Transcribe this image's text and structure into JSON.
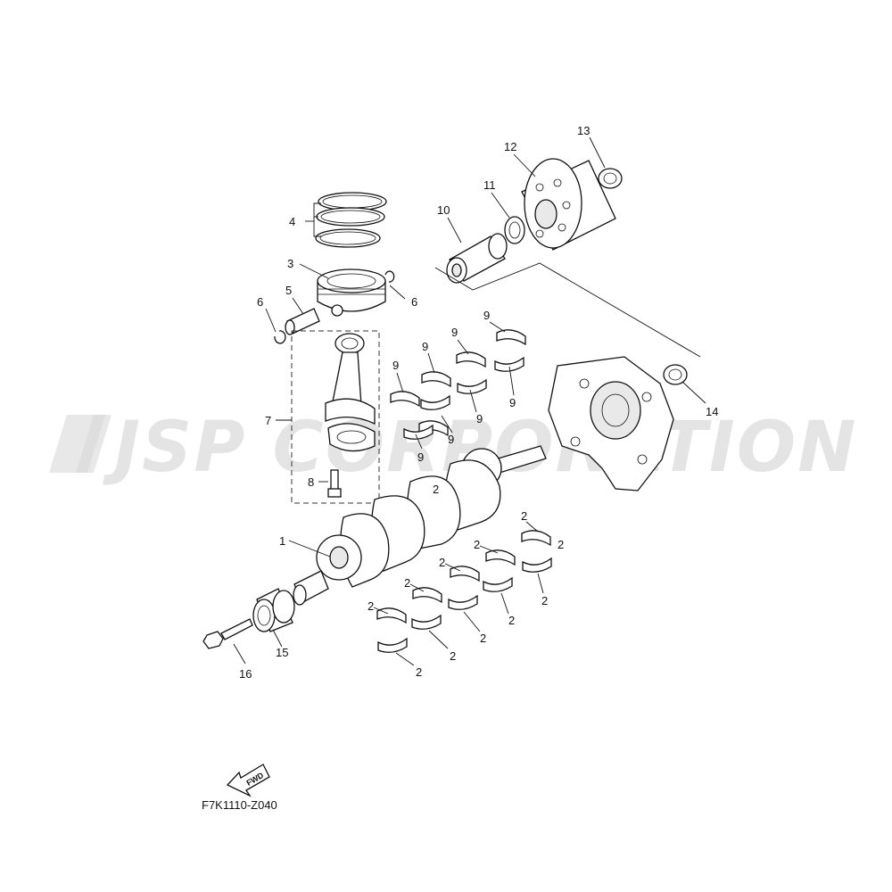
{
  "watermark": {
    "text": "JSP CORPORATION"
  },
  "diagram": {
    "code": "F7K1110-Z040",
    "fwd_label": "FWD",
    "callouts": [
      {
        "id": "c1",
        "text": "1"
      },
      {
        "id": "c2a",
        "text": "2"
      },
      {
        "id": "c2b",
        "text": "2"
      },
      {
        "id": "c2c",
        "text": "2"
      },
      {
        "id": "c2d",
        "text": "2"
      },
      {
        "id": "c2e",
        "text": "2"
      },
      {
        "id": "c2f",
        "text": "2"
      },
      {
        "id": "c2g",
        "text": "2"
      },
      {
        "id": "c2h",
        "text": "2"
      },
      {
        "id": "c2i",
        "text": "2"
      },
      {
        "id": "c2j",
        "text": "2"
      },
      {
        "id": "c2k",
        "text": "2"
      },
      {
        "id": "c2l",
        "text": "2"
      },
      {
        "id": "c3",
        "text": "3"
      },
      {
        "id": "c4",
        "text": "4"
      },
      {
        "id": "c5",
        "text": "5"
      },
      {
        "id": "c6a",
        "text": "6"
      },
      {
        "id": "c6b",
        "text": "6"
      },
      {
        "id": "c7",
        "text": "7"
      },
      {
        "id": "c8",
        "text": "8"
      },
      {
        "id": "c9a",
        "text": "9"
      },
      {
        "id": "c9b",
        "text": "9"
      },
      {
        "id": "c9c",
        "text": "9"
      },
      {
        "id": "c9d",
        "text": "9"
      },
      {
        "id": "c9e",
        "text": "9"
      },
      {
        "id": "c9f",
        "text": "9"
      },
      {
        "id": "c9g",
        "text": "9"
      },
      {
        "id": "c9h",
        "text": "9"
      },
      {
        "id": "c10",
        "text": "10"
      },
      {
        "id": "c11",
        "text": "11"
      },
      {
        "id": "c12",
        "text": "12"
      },
      {
        "id": "c13",
        "text": "13"
      },
      {
        "id": "c14",
        "text": "14"
      },
      {
        "id": "c15",
        "text": "15"
      },
      {
        "id": "c16",
        "text": "16"
      }
    ]
  }
}
